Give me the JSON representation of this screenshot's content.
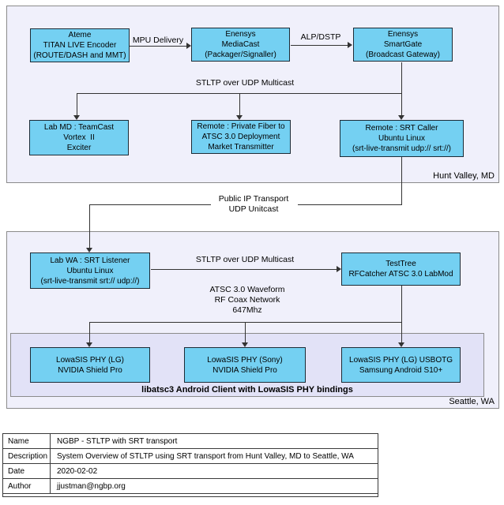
{
  "colors": {
    "node_fill": "#74D0F2",
    "node_border": "#1C2B36",
    "region_fill": "#F0F0FB",
    "inner_region_fill": "#E2E2F7",
    "region_border": "#8B8B8B",
    "edge_color": "#333333"
  },
  "diagram": {
    "regions": {
      "hunt_valley": {
        "label": "Hunt Valley, MD"
      },
      "seattle": {
        "label": "Seattle, WA"
      },
      "android_group": {
        "label": "libatsc3 Android Client with LowaSIS PHY bindings"
      }
    },
    "nodes": {
      "ateme": {
        "lines": [
          "Ateme",
          "TITAN LIVE Encoder",
          "(ROUTE/DASH and MMT)"
        ]
      },
      "mediacast": {
        "lines": [
          "Enensys",
          "MediaCast",
          "(Packager/Signaller)"
        ]
      },
      "smartgate": {
        "lines": [
          "Enensys",
          "SmartGate",
          "(Broadcast Gateway)"
        ]
      },
      "labmd": {
        "lines": [
          "Lab MD : TeamCast",
          "Vortex  II",
          "Exciter"
        ]
      },
      "fiber": {
        "lines": [
          "Remote : Private Fiber to",
          "ATSC 3.0 Deployment",
          "Market Transmitter"
        ]
      },
      "srtcaller": {
        "lines": [
          "Remote : SRT Caller",
          "Ubuntu Linux",
          "(srt-live-transmit udp:// srt://)"
        ]
      },
      "labwa": {
        "lines": [
          "Lab WA : SRT Listener",
          "Ubuntu Linux",
          "(srt-live-transmit srt:// udp://)"
        ]
      },
      "testtree": {
        "lines": [
          "TestTree",
          "RFCatcher ATSC 3.0 LabMod"
        ]
      },
      "lg_shield": {
        "lines": [
          "LowaSIS PHY (LG)",
          "NVIDIA Shield Pro"
        ]
      },
      "sony_shield": {
        "lines": [
          "LowaSIS PHY (Sony)",
          "NVIDIA Shield Pro"
        ]
      },
      "samsung": {
        "lines": [
          "LowaSIS PHY (LG) USBOTG",
          "Samsung Android S10+"
        ]
      }
    },
    "edge_labels": {
      "mpu": "MPU Delivery",
      "alp": "ALP/DSTP",
      "stltp_md": "STLTP over UDP Multicast",
      "public_ip": [
        "Public IP Transport",
        "UDP Unitcast"
      ],
      "stltp_wa": "STLTP over UDP Multicast",
      "waveform": [
        "ATSC 3.0 Waveform",
        "RF Coax Network",
        "647Mhz"
      ]
    }
  },
  "table": {
    "rows": [
      {
        "label": "Name",
        "value": "NGBP - STLTP with SRT transport"
      },
      {
        "label": "Description",
        "value": "System Overview of STLTP using SRT transport from Hunt Valley, MD to Seattle, WA"
      },
      {
        "label": "Date",
        "value": "2020-02-02"
      },
      {
        "label": "Author",
        "value": "jjustman@ngbp.org"
      }
    ]
  }
}
